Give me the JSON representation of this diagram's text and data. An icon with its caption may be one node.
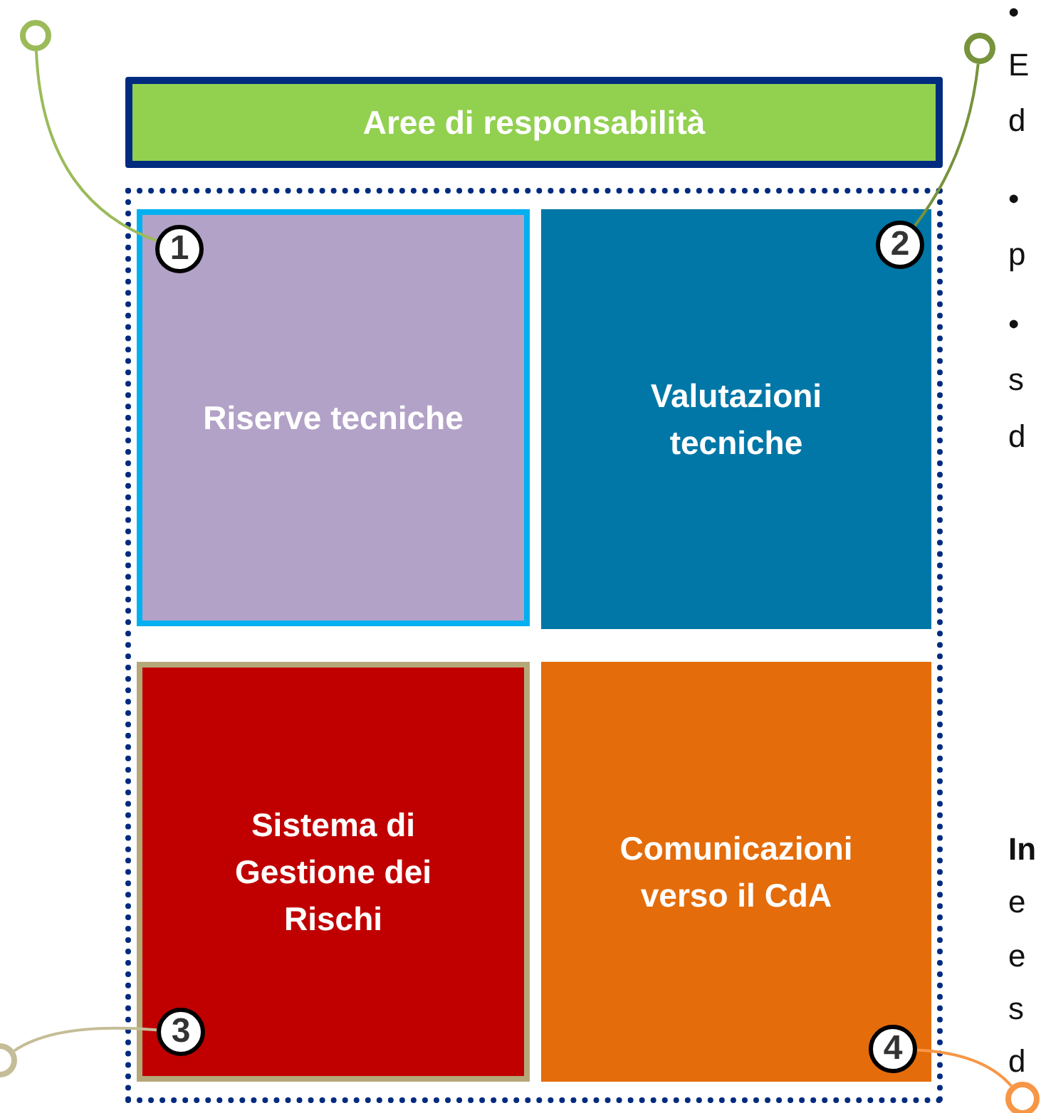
{
  "diagram": {
    "nodes": [
      {
        "text": [],
        "shape": "circle"
      },
      {
        "text": [],
        "shape": "circle"
      },
      {
        "text": [
          "Aree di responsabilità"
        ]
      },
      {
        "text": [],
        "shape": "box"
      },
      {
        "text": [
          "Riserve tecniche"
        ],
        "in": 3
      },
      {
        "text": [
          "1"
        ],
        "in": 4
      },
      {
        "text": [
          "Valutazioni tecniche"
        ],
        "in": 3
      },
      {
        "text": [
          "2"
        ],
        "in": 6
      },
      {
        "text": [
          "Sistema di Gestione dei Rischi"
        ],
        "in": 3
      },
      {
        "text": [
          "3"
        ],
        "in": 8
      },
      {
        "text": [
          "Comunicazioni verso il CdA"
        ],
        "in": 3
      },
      {
        "text": [
          "4"
        ],
        "in": 10
      },
      {
        "text": [],
        "shape": "circle"
      },
      {
        "text": [],
        "shape": "circle"
      }
    ],
    "edges": [
      {
        "from": 0,
        "to": 5,
        "arrow": "none",
        "color": "#9bbb59"
      },
      {
        "from": 1,
        "to": 7,
        "arrow": "none",
        "color": "#77933c"
      },
      {
        "from": 12,
        "to": 9,
        "arrow": "none",
        "color": "#c4bd97"
      },
      {
        "from": 13,
        "to": 11,
        "arrow": "none",
        "color": "#f79646"
      }
    ],
    "labels": [
      "•",
      "E",
      "d",
      "•",
      "p",
      "•",
      "s",
      "d",
      "In",
      "e",
      "e",
      "s",
      "d"
    ]
  }
}
